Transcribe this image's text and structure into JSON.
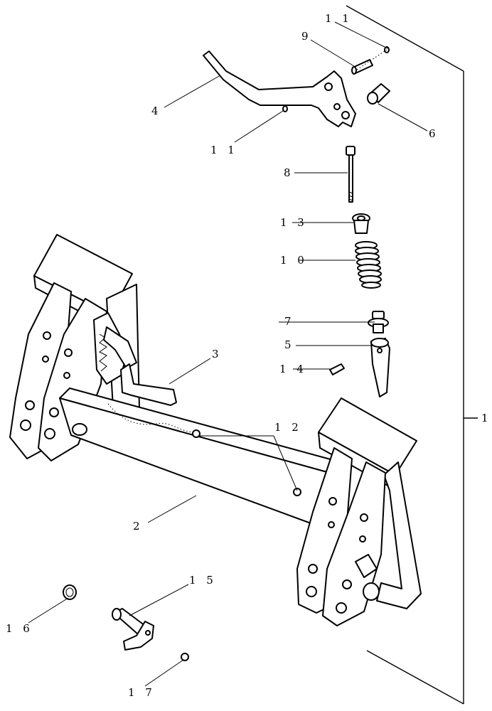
{
  "callouts": {
    "c1": "1",
    "c2": "2",
    "c3": "3",
    "c4": "4",
    "c5": "5",
    "c6": "6",
    "c7": "7",
    "c8": "8",
    "c9": "9",
    "c10": "1 0",
    "c11a": "1 1",
    "c11b": "1 1",
    "c12": "1 2",
    "c13": "1 3",
    "c14": "1 4",
    "c15": "1 5",
    "c16": "1 6",
    "c17": "1 7"
  }
}
